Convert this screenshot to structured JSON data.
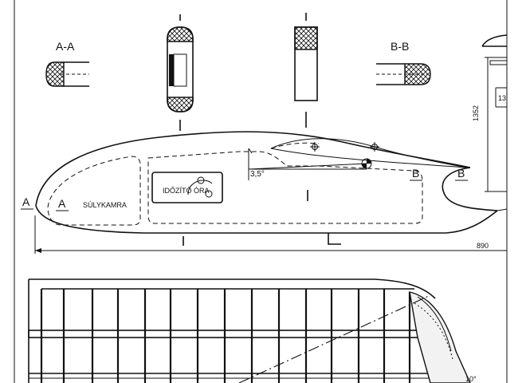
{
  "sections": {
    "aa_label": "A-A",
    "bb_label": "B-B"
  },
  "fuselage": {
    "label_a_left": "A",
    "label_a_inner": "A",
    "label_b_first": "B",
    "label_b_second": "B",
    "weight_chamber": "SÚLYKAMRA",
    "timer": "IDŐZÍTŐ ÓRA",
    "angle": "3,5°"
  },
  "dimensions": {
    "height_1352": "1352",
    "length_890": "890",
    "partial_13": "13"
  },
  "wing": {
    "angle_10": "10°"
  }
}
